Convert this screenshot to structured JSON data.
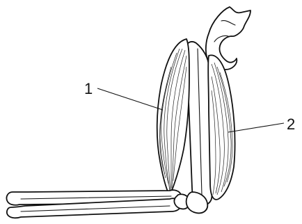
{
  "labels": [
    {
      "id": "label-1",
      "text": "1"
    },
    {
      "id": "label-2",
      "text": "2"
    }
  ],
  "style": {
    "ink": "#111111",
    "paper": "#ffffff"
  }
}
